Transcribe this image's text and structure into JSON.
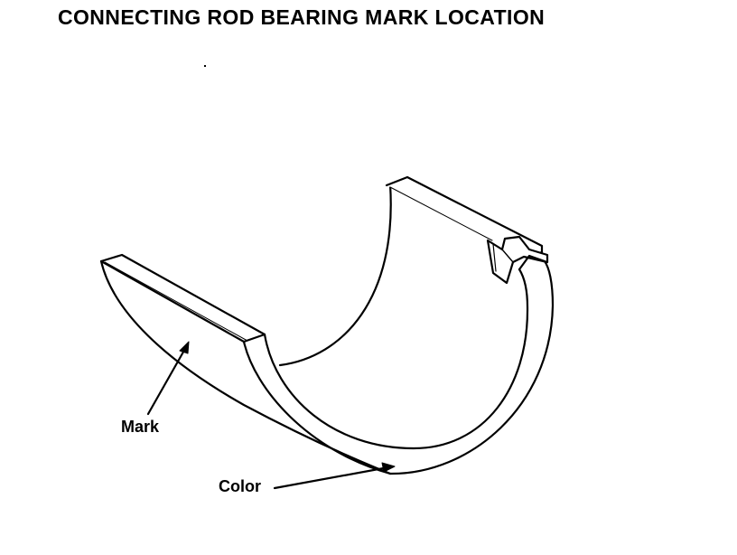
{
  "title": "CONNECTING ROD BEARING MARK LOCATION",
  "labels": {
    "mark": "Mark",
    "color": "Color"
  },
  "colors": {
    "ink": "#000000",
    "paper": "#ffffff"
  }
}
